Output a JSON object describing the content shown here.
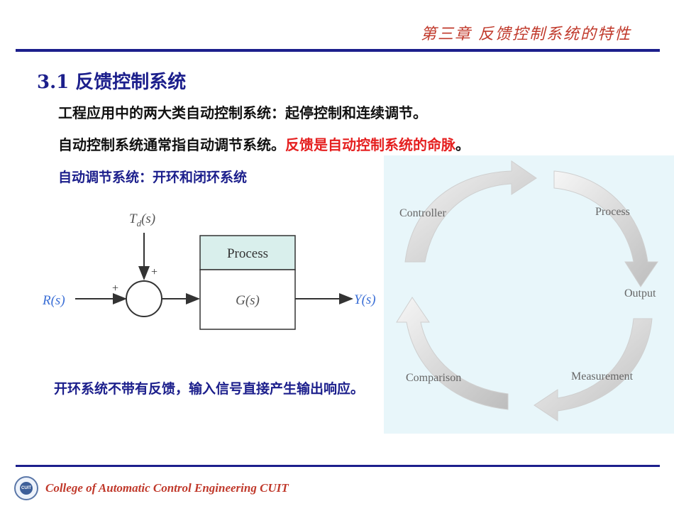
{
  "header": {
    "chapter_title": "第三章 反馈控制系统的特性"
  },
  "section": {
    "title": "3.1  反馈控制系统"
  },
  "body": {
    "line1": "工程应用中的两大类自动控制系统：起停控制和连续调节。",
    "line2_black": "自动控制系统通常指自动调节系统。",
    "line2_red": "反馈是自动控制系统的命脉",
    "line2_end": "。",
    "line3": "自动调节系统：开环和闭环系统",
    "note": "开环系统不带有反馈，输入信号直接产生输出响应。"
  },
  "block_diagram": {
    "disturbance": "Td(s)",
    "disturbance_base": "T",
    "disturbance_sub": "d",
    "disturbance_arg": "(s)",
    "plus_top": "+",
    "plus_left": "+",
    "input": "R(s)",
    "process_label": "Process",
    "transfer_function": "G(s)",
    "output": "Y(s)"
  },
  "cycle_diagram": {
    "controller": "Controller",
    "process": "Process",
    "output": "Output",
    "measurement": "Measurement",
    "comparison": "Comparison"
  },
  "footer": {
    "text": "College of Automatic Control Engineering CUIT",
    "logo_text": "CUIT"
  },
  "colors": {
    "navy": "#1c1f8c",
    "red": "#e52020",
    "chapter_red": "#c0392b",
    "blue_label": "#3b6fd6",
    "process_fill": "#d9efec"
  }
}
